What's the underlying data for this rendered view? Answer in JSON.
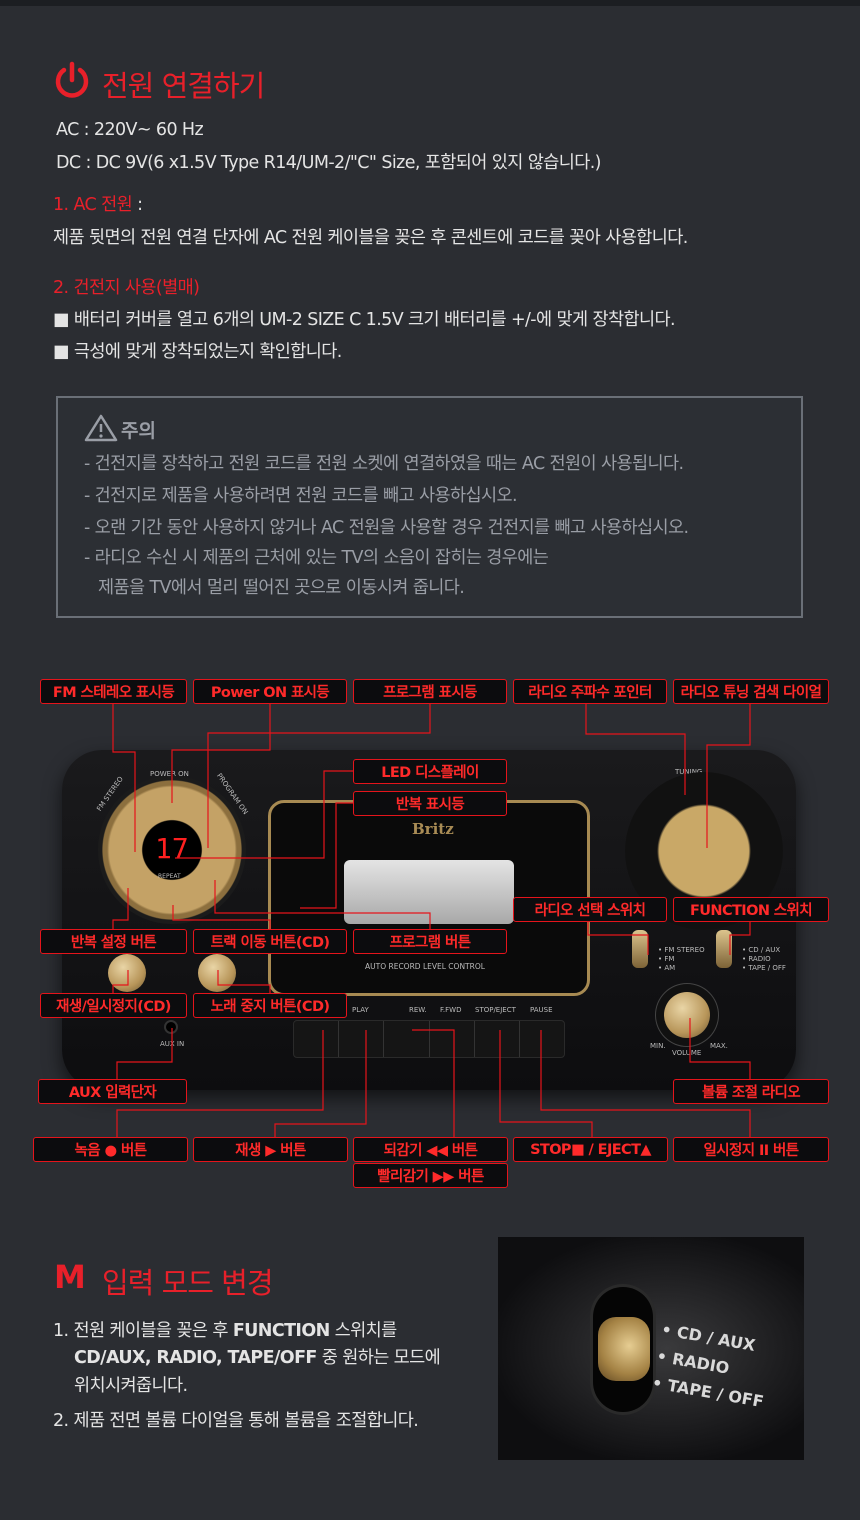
{
  "power": {
    "title": "전원 연결하기",
    "ac": "AC : 220V~ 60 Hz",
    "dc": "DC : DC 9V(6 x1.5V Type R14/UM-2/\"C\" Size, 포함되어 있지 않습니다.)",
    "s1_title": "1. AC 전원",
    "s1_colon": " :",
    "s1_text": "제품 뒷면의 전원 연결 단자에 AC 전원 케이블을 꽂은 후 콘센트에 코드를 꽂아 사용합니다.",
    "s2_title": "2. 건전지 사용(별매)",
    "s2_items": [
      "■ 배터리 커버를 열고 6개의 UM-2 SIZE C 1.5V 크기 배터리를 +/-에 맞게 장착합니다.",
      "■ 극성에 맞게 장착되었는지 확인합니다."
    ]
  },
  "caution": {
    "title": "주의",
    "items": [
      "- 건전지를 장착하고 전원 코드를 전원 소켓에 연결하였을 때는 AC 전원이 사용됩니다.",
      "- 건전지로 제품을 사용하려면 전원 코드를 빼고 사용하십시오.",
      "- 오랜 기간 동안 사용하지 않거나 AC 전원을 사용할 경우 건전지를 빼고 사용하십시오.",
      "- 라디오 수신 시 제품의 근처에 있는 TV의 소음이 잡히는 경우에는",
      "  제품을 TV에서 멀리 떨어진 곳으로 이동시켜 줍니다."
    ]
  },
  "labels": {
    "fm": "FM 스테레오 표시등",
    "power_on": "Power ON 표시등",
    "program_ind": "프로그램 표시등",
    "freq_pointer": "라디오 주파수 포인터",
    "tuning_dial": "라디오 튜닝 검색 다이얼",
    "led": "LED 디스플레이",
    "repeat_ind": "반복 표시등",
    "radio_sel": "라디오 선택 스위치",
    "function": "FUNCTION 스위치",
    "repeat_btn": "반복 설정 버튼",
    "track": "트랙 이동 버튼(CD)",
    "program_btn": "프로그램 버튼",
    "play_pause": "재생/일시정지(CD)",
    "stop_cd": "노래 중지 버튼(CD)",
    "aux": "AUX 입력단자",
    "volume": "볼륨 조절 라디오",
    "rec": "녹음 ● 버튼",
    "play": "재생 ▶ 버튼",
    "rew": "되감기 ◀◀ 버튼",
    "stop": "STOP■ / EJECT▲",
    "pause": "일시정지 II 버튼",
    "ffwd": "빨리감기 ▶▶ 버튼"
  },
  "device": {
    "brand": "Britz",
    "led_value": "17",
    "power_on": "POWER ON",
    "fm_stereo": "FM STEREO",
    "program_on": "PROGRAM ON",
    "repeat": "REPEAT",
    "tuning": "TUNING",
    "arlc": "AUTO RECORD LEVEL CONTROL",
    "buttons": [
      "PLAY",
      "REW.",
      "F.FWD",
      "STOP/EJECT",
      "PAUSE"
    ],
    "aux_in": "AUX IN",
    "band": [
      "• FM STEREO",
      "• FM",
      "• AM"
    ],
    "func": [
      "• CD / AUX",
      "• RADIO",
      "• TAPE / OFF"
    ],
    "min": "MIN.",
    "max": "MAX.",
    "volume": "VOLUME"
  },
  "mode": {
    "title": "입력 모드 변경",
    "icon": "M",
    "step1a": "1. 전원 케이블을 꽂은 후 ",
    "step1_bold": "FUNCTION",
    "step1b": " 스위치를",
    "step1c": "CD/AUX, RADIO, TAPE/OFF",
    "step1d": " 중 원하는 모드에",
    "step1e": "위치시켜줍니다.",
    "step2": "2. 제품 전면 볼륨 다이얼을 통해 볼륨을 조절합니다.",
    "photo_labels": [
      "• CD / AUX",
      "• RADIO",
      "• TAPE / OFF"
    ]
  }
}
